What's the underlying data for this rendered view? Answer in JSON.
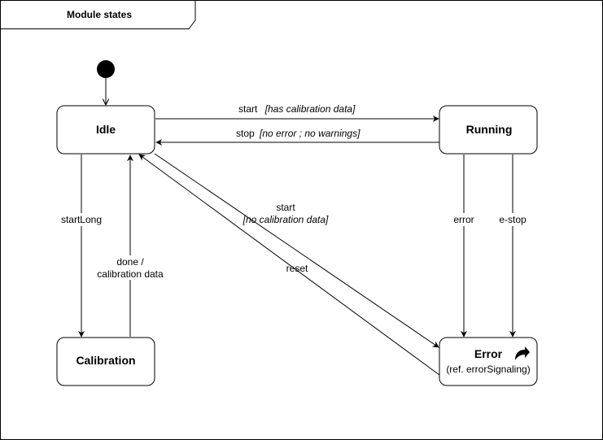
{
  "frame": {
    "title": "Module states"
  },
  "states": {
    "idle": {
      "label": "Idle"
    },
    "running": {
      "label": "Running"
    },
    "calibration": {
      "label": "Calibration"
    },
    "error": {
      "label": "Error",
      "sublabel": "(ref. errorSignaling)",
      "icon": "curved-arrow-icon"
    }
  },
  "transitions": {
    "idle_to_running": {
      "event": "start",
      "guard": "[has calibration data]"
    },
    "running_to_idle": {
      "event": "stop",
      "guard": "[no error ; no warnings]"
    },
    "idle_to_error": {
      "event": "start",
      "guard": "[no calibration data]"
    },
    "error_to_idle": {
      "event": "reset"
    },
    "idle_to_calibration": {
      "event": "startLong"
    },
    "calibration_to_idle": {
      "line1": "done /",
      "line2": "calibration data"
    },
    "running_to_error_1": {
      "event": "error"
    },
    "running_to_error_2": {
      "event": "e-stop"
    }
  }
}
